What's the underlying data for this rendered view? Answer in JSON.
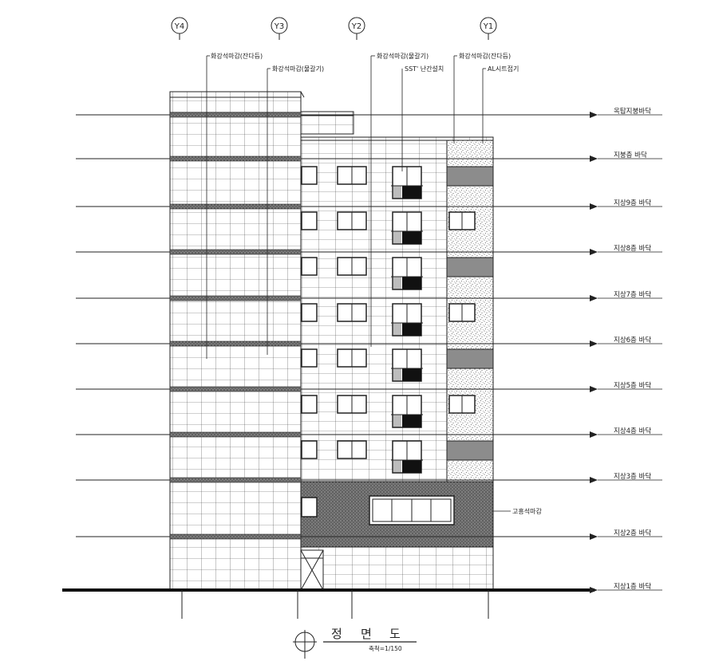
{
  "grid_axes": [
    "Y4",
    "Y3",
    "Y2",
    "Y1"
  ],
  "notes": {
    "stone_rough_left": "화강석마감(잔다듬)",
    "stone_polished_left": "화강석마감(물갈기)",
    "stone_polished_center": "화강석마감(물갈기)",
    "railing": "SST' 난간설치",
    "stone_rough_right": "화강석마감(잔다듬)",
    "al_sheet": "AL시트접기",
    "granite_finish": "고흥석마감"
  },
  "floor_levels": [
    "옥탑지붕바닥",
    "지붕층 바닥",
    "지상9층 바닥",
    "지상8층 바닥",
    "지상7층 바닥",
    "지상6층 바닥",
    "지상5층 바닥",
    "지상4층 바닥",
    "지상3층 바닥",
    "지상2층 바닥",
    "지상1층 바닥"
  ],
  "title": {
    "chars": [
      "정",
      "면",
      "도"
    ],
    "scale": "축척=1/150"
  },
  "colors": {
    "line": "#222222",
    "stone_fill": "#9a9a9a",
    "panel_gray": "#8c8c8c",
    "window_dark": "#111111"
  }
}
